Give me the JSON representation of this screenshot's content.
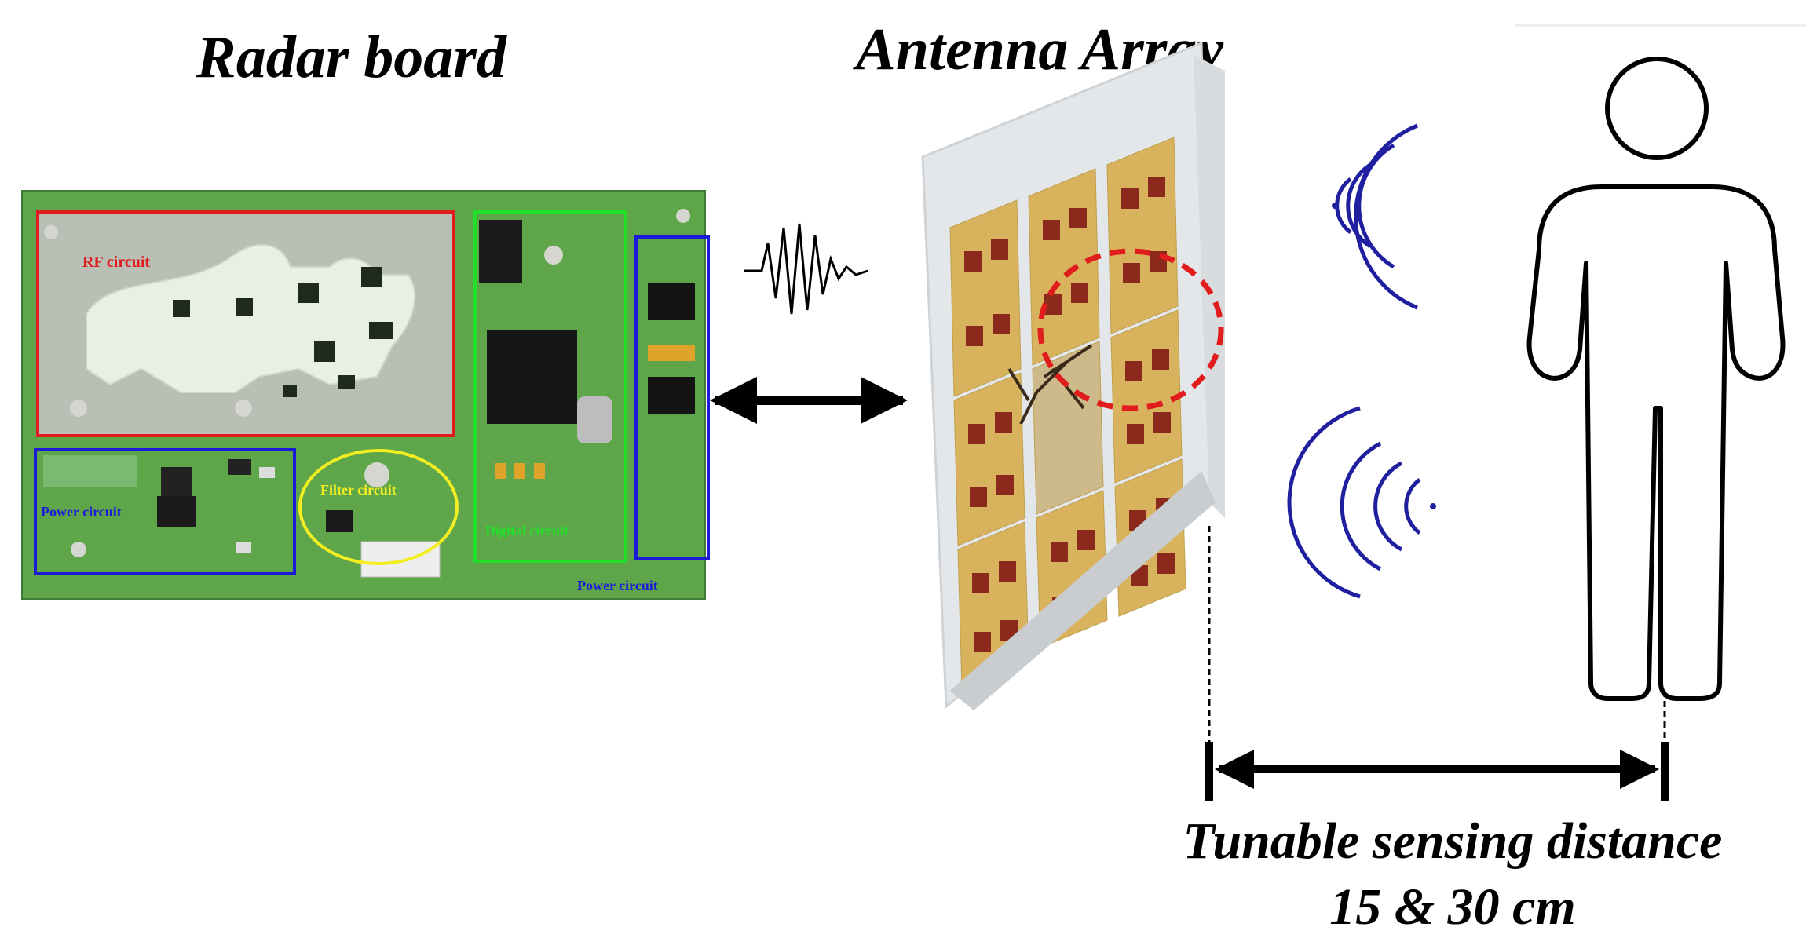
{
  "titles": {
    "radar_board": "Radar board",
    "antenna_array": "Antenna Array"
  },
  "pcb_labels": {
    "rf": "RF circuit",
    "power_left": "Power circuit",
    "filter": "Filter circuit",
    "digital": "Digital circuit",
    "power_right": "Power circuit"
  },
  "distance": {
    "line1": "Tunable sensing distance",
    "line2": "15 & 30 cm"
  },
  "colors": {
    "pcb_green": "#5fa64a",
    "rf_box": "#e01c1c",
    "power_box": "#1a1ad8",
    "filter_box": "#f2ee22",
    "digital_box": "#22e02a",
    "antenna_patch": "#d9b25e",
    "radiator": "#8b2a1c",
    "wave_blue": "#1f1fa0",
    "focus_circle": "#e01c1c"
  }
}
